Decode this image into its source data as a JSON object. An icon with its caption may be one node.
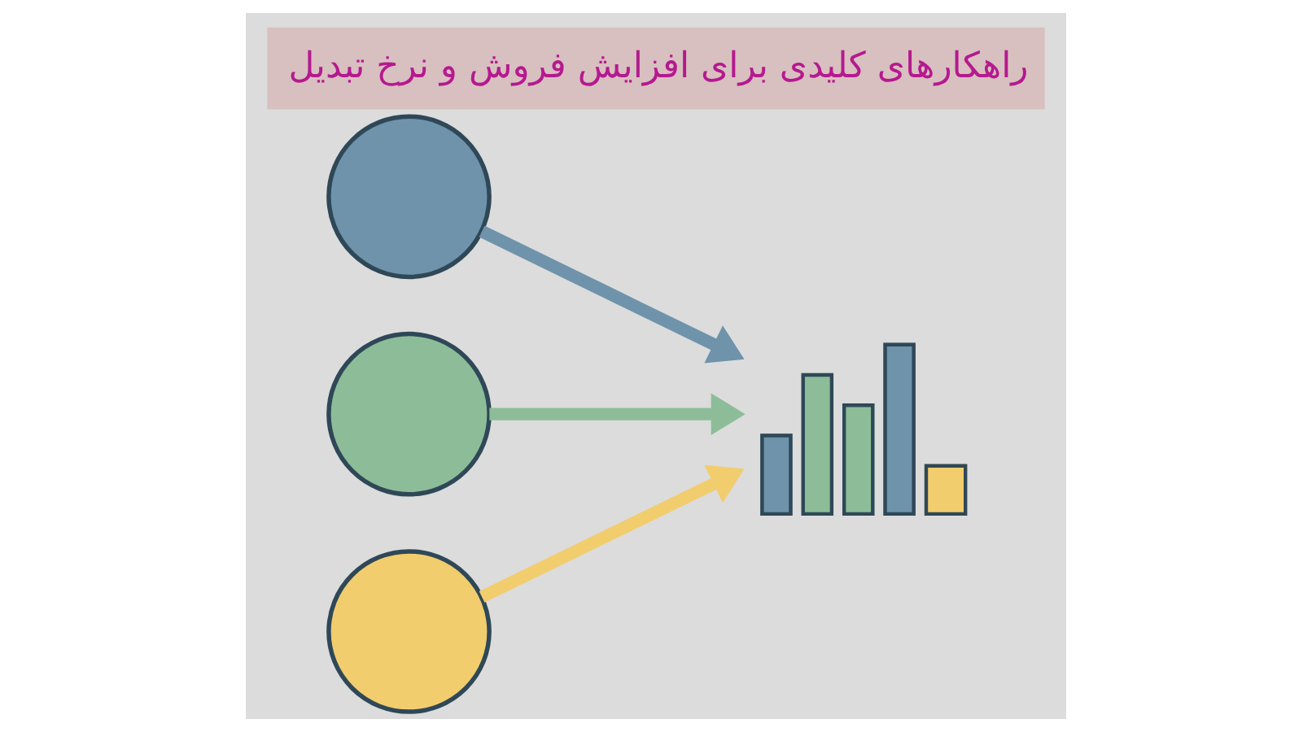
{
  "diagram": {
    "title": "راهکارهای کلیدی برای افزایش فروش و نرخ تبدیل",
    "nodes": [
      {
        "text": [],
        "shape": "circle"
      },
      {
        "text": [],
        "shape": "circle"
      },
      {
        "text": [],
        "shape": "circle"
      },
      {
        "text": [],
        "shape": "picture"
      }
    ],
    "edges": [
      {
        "from": 0,
        "to": 3,
        "arrow": "to",
        "color": "#6f93aa"
      },
      {
        "from": 1,
        "to": 3,
        "arrow": "to",
        "color": "#8dbd98"
      },
      {
        "from": 2,
        "to": 3,
        "arrow": "to",
        "color": "#f2cd6e"
      }
    ]
  }
}
